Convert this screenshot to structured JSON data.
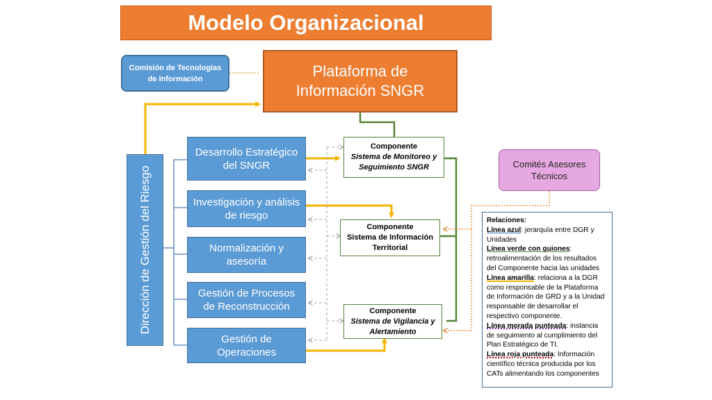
{
  "title": "Modelo Organizacional",
  "cti": "Comisión de Tecnologías de Información",
  "plataforma": "Plataforma de Información SNGR",
  "dgr": "Dirección de Gestión del Riesgo",
  "units": [
    "Desarrollo Estratégico del SNGR",
    "Investigación y análisis de riesgo",
    "Normalización y asesoría",
    "Gestión de Procesos de Reconstrucción",
    "Gestión de Operaciones"
  ],
  "components": [
    {
      "header": "Componente",
      "name": "Sistema de Monitoreo y Seguimiento SNGR"
    },
    {
      "header": "Componente",
      "name": "Sistema de Información Territorial"
    },
    {
      "header": "Componente",
      "name": "Sistema de Vigilancia y Alertamiento"
    }
  ],
  "comites": "Comités Asesores Técnicos",
  "legend": {
    "title": "Relaciones:",
    "items": [
      {
        "key": "Línea azul",
        "text": ": jerarquía entre DGR y Unidades"
      },
      {
        "key": "Línea verde con guiones",
        "text": ": retroalimentación de los resultados del Componente hacia las unidades"
      },
      {
        "key": "Línea amarilla",
        "text": ": relaciona a la DGR como responsable de la Plataforma de Información de GRD   y a la Unidad responsable de desarrollar el respectivo componente."
      },
      {
        "key": "Línea morada punteada",
        "text": ": instancia de seguimiento al cumplimiento del Plan Estratégico de TI."
      },
      {
        "key": "Línea roja punteada",
        "text": ": Información científico técnica producida por los CATs alimentando los componentes"
      }
    ]
  },
  "colors": {
    "blue": "#5b9bd5",
    "orange": "#ed7d31",
    "yellow": "#f4b400",
    "green": "#548235",
    "purple": "#7030a0",
    "red_dotted": "#e67e22",
    "comites": "#e6a8e0"
  }
}
